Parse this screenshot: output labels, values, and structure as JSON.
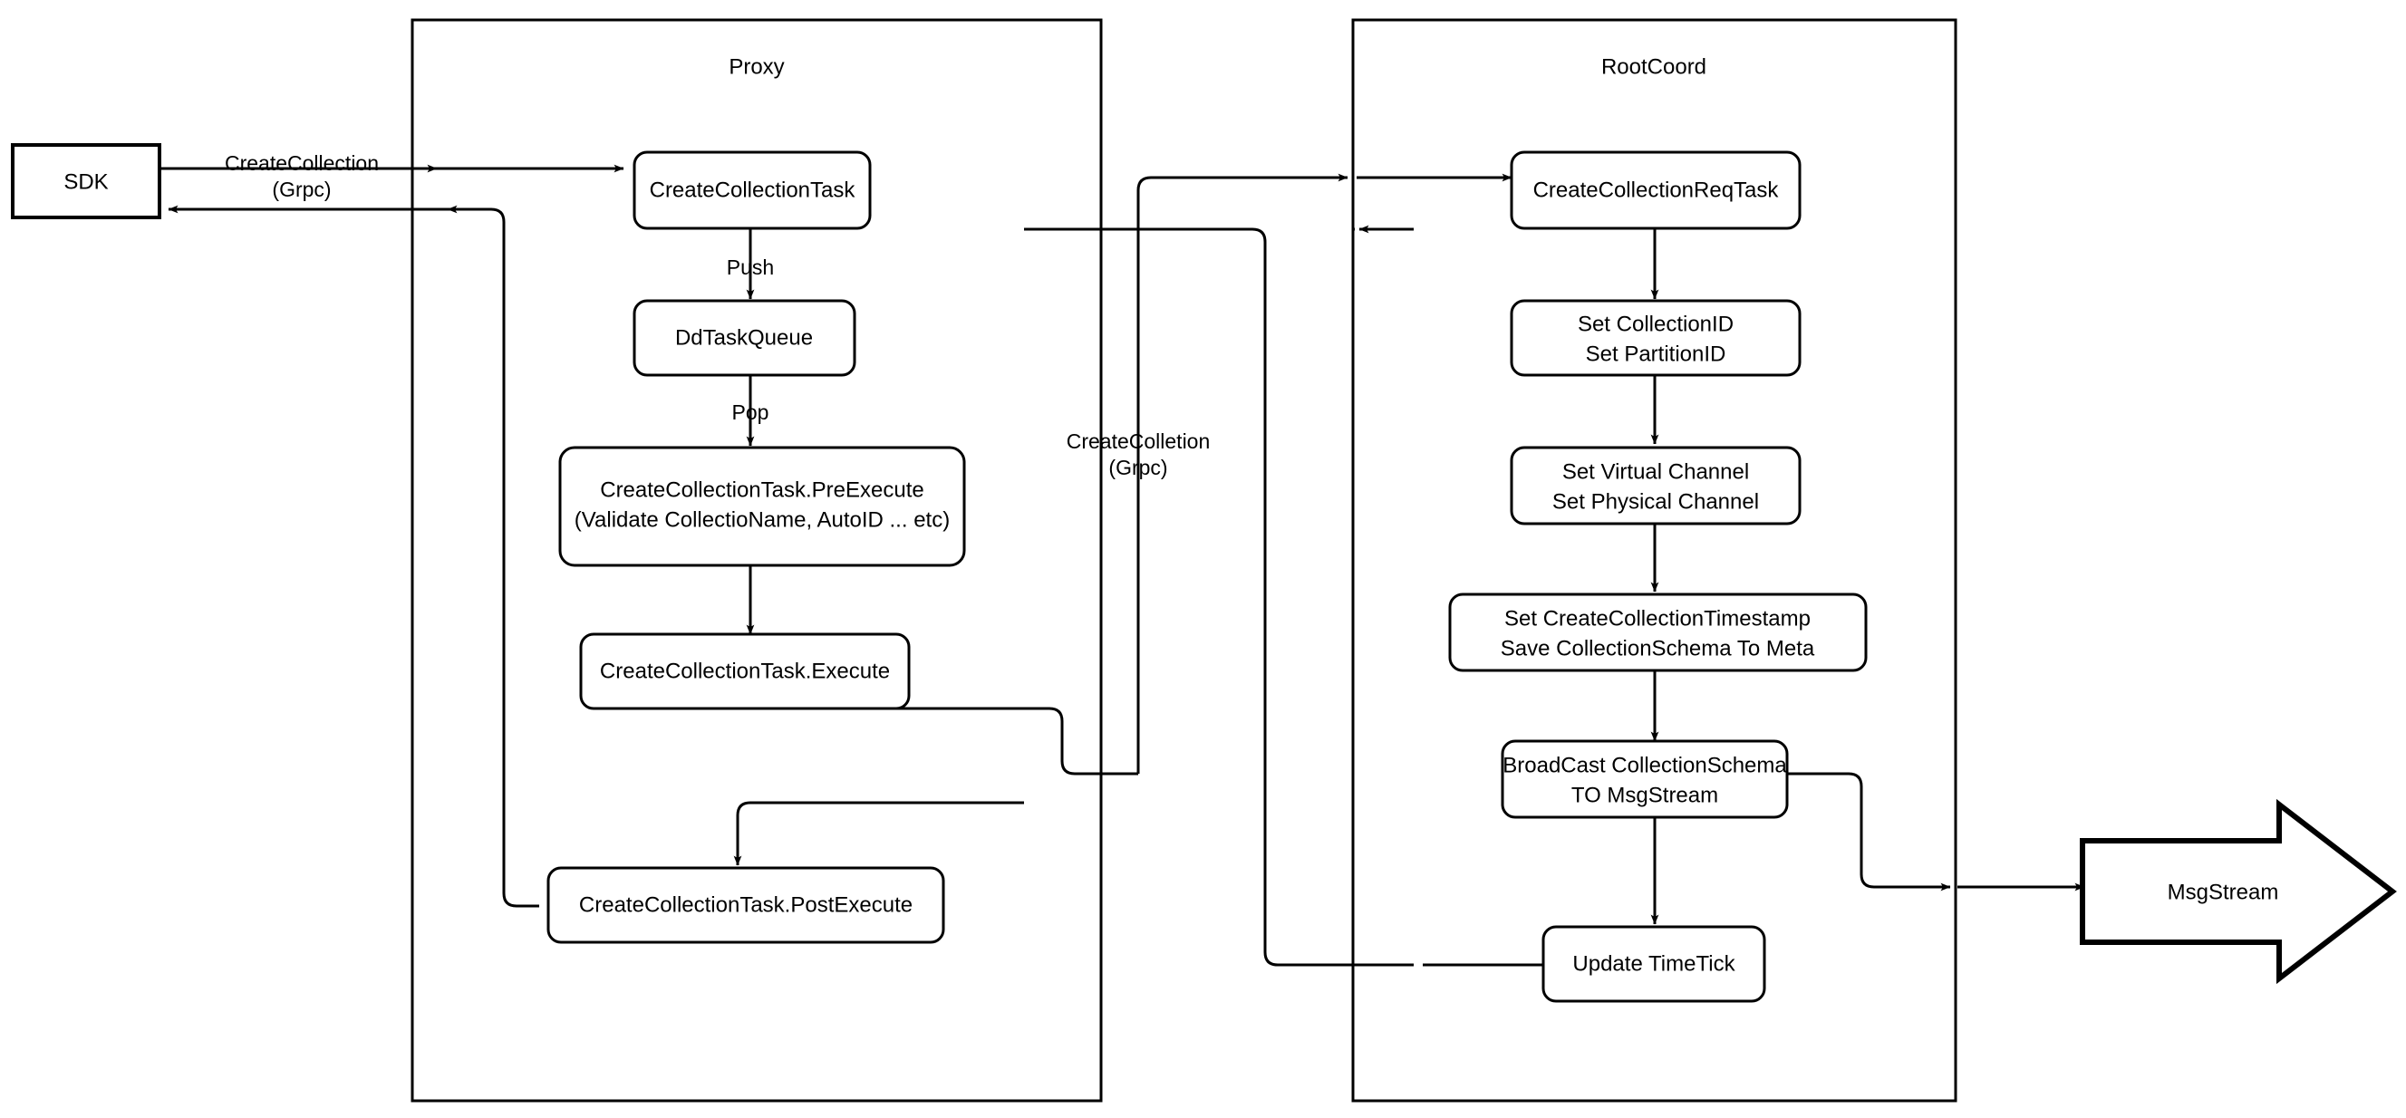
{
  "diagram": {
    "title": "CreateCollection flow",
    "background_color": "#ffffff",
    "stroke_color": "#000000"
  },
  "external_nodes": {
    "sdk": {
      "label": "SDK"
    },
    "msgstream": {
      "label": "MsgStream"
    }
  },
  "containers": [
    {
      "id": "proxy",
      "title": "Proxy"
    },
    {
      "id": "rootcoord",
      "title": "RootCoord"
    }
  ],
  "proxy_nodes": [
    {
      "id": "create-collection-task",
      "label": "CreateCollectionTask"
    },
    {
      "id": "dd-task-queue",
      "label": "DdTaskQueue"
    },
    {
      "id": "pre-execute",
      "line1": "CreateCollectionTask.PreExecute",
      "line2": "(Validate CollectioName, AutoID ... etc)"
    },
    {
      "id": "execute",
      "label": "CreateCollectionTask.Execute"
    },
    {
      "id": "post-execute",
      "label": "CreateCollectionTask.PostExecute"
    }
  ],
  "rootcoord_nodes": [
    {
      "id": "create-collection-req-task",
      "label": "CreateCollectionReqTask"
    },
    {
      "id": "set-ids",
      "line1": "Set CollectionID",
      "line2": "Set PartitionID"
    },
    {
      "id": "set-channels",
      "line1": "Set Virtual Channel",
      "line2": "Set Physical Channel"
    },
    {
      "id": "set-timestamp-save-meta",
      "line1": "Set CreateCollectionTimestamp",
      "line2": "Save CollectionSchema To Meta"
    },
    {
      "id": "broadcast-schema",
      "line1": "BroadCast CollectionSchema",
      "line2": "TO MsgStream"
    },
    {
      "id": "update-timetick",
      "label": "Update TimeTick"
    }
  ],
  "edge_labels": {
    "sdk_to_proxy_line1": "CreateCollection",
    "sdk_to_proxy_line2": "(Grpc)",
    "push": "Push",
    "pop": "Pop",
    "proxy_to_rootcoord_line1": "CreateColletion",
    "proxy_to_rootcoord_line2": "(Grpc)"
  }
}
